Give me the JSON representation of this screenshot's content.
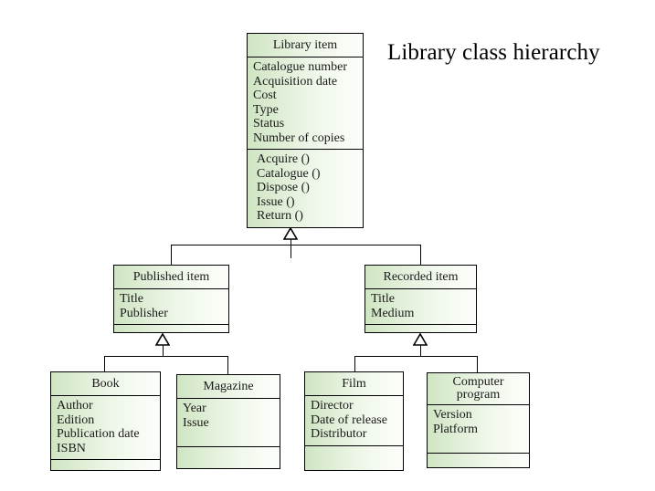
{
  "diagram": {
    "title": "Library class hierarchy",
    "type": "uml-class-hierarchy",
    "relationship": "generalization",
    "background_color": "#ffffff",
    "box_fill_gradient": [
      "#cfe5c2",
      "#fbfdfa"
    ],
    "border_color": "#000000",
    "text_color": "#1a1a1a"
  },
  "classes": {
    "library_item": {
      "name": "Library item",
      "attributes": [
        "Catalogue number",
        "Acquisition date",
        "Cost",
        "Type",
        "Status",
        "Number of copies"
      ],
      "operations": [
        "Acquire ()",
        "Catalogue ()",
        "Dispose ()",
        "Issue ()",
        "Return ()"
      ]
    },
    "published_item": {
      "name": "Published item",
      "attributes": [
        "Title",
        "Publisher"
      ],
      "operations": []
    },
    "recorded_item": {
      "name": "Recorded item",
      "attributes": [
        "Title",
        "Medium"
      ],
      "operations": []
    },
    "book": {
      "name": "Book",
      "attributes": [
        "Author",
        "Edition",
        "Publication date",
        "ISBN"
      ],
      "operations": []
    },
    "magazine": {
      "name": "Magazine",
      "attributes": [
        "Year",
        "Issue"
      ],
      "operations": []
    },
    "film": {
      "name": "Film",
      "attributes": [
        "Director",
        "Date of release",
        "Distributor"
      ],
      "operations": []
    },
    "computer_program": {
      "name": "Computer\nprogram",
      "attributes": [
        "Version",
        "Platform"
      ],
      "operations": []
    }
  }
}
